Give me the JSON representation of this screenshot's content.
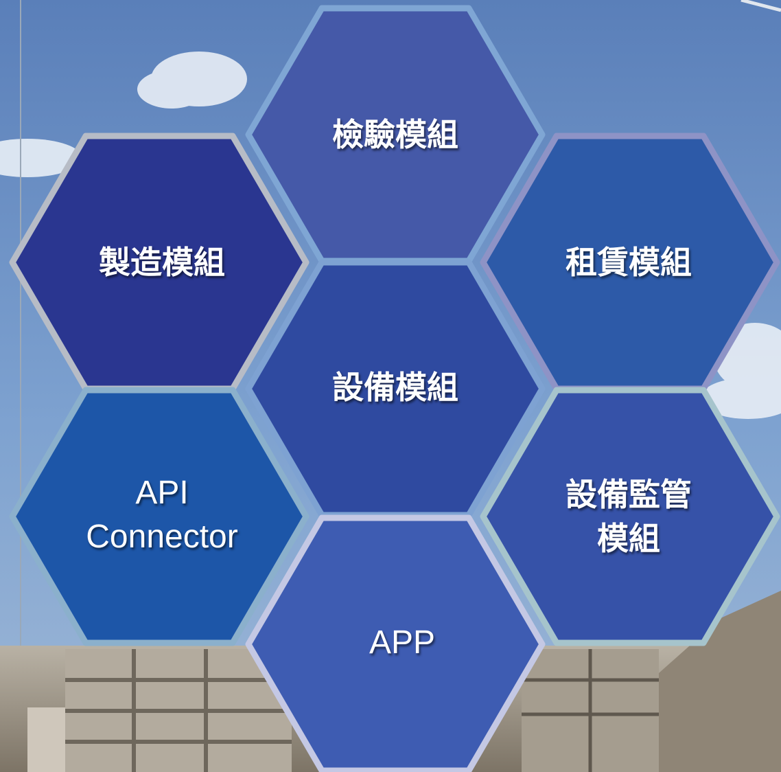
{
  "modules": {
    "inspection": {
      "label": "檢驗模組",
      "fill": "#4559a8",
      "border": "#7fa6d4"
    },
    "manufacturing": {
      "label": "製造模組",
      "fill": "#2a3690",
      "border": "#b7bcc6"
    },
    "leasing": {
      "label": "租賃模組",
      "fill": "#2d5aa8",
      "border": "#8e93c6"
    },
    "equipment": {
      "label": "設備模組",
      "fill": "#2f4aa0",
      "border": "#7ea2d2"
    },
    "api_connector": {
      "label_line1": "API",
      "label_line2": "Connector",
      "fill": "#1d56a8",
      "border": "#8bb0cc"
    },
    "monitoring": {
      "label_line1": "設備監管",
      "label_line2": "模組",
      "fill": "#3652a8",
      "border": "#a6c4cc"
    },
    "app": {
      "label": "APP",
      "fill": "#3e5cb2",
      "border": "#c4c8e4"
    }
  },
  "background": {
    "sky_top": "#5d82bb",
    "sky_mid": "#7fa2cf",
    "ground": "#a89f90"
  }
}
